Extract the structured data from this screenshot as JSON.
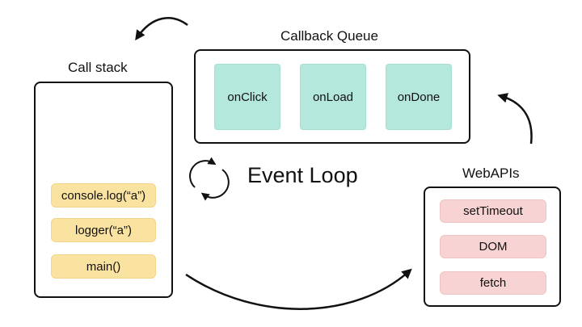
{
  "call_stack": {
    "title": "Call stack",
    "frames": [
      "console.log(“a”)",
      "logger(“a”)",
      "main()"
    ]
  },
  "callback_queue": {
    "title": "Callback Queue",
    "items": [
      "onClick",
      "onLoad",
      "onDone"
    ]
  },
  "web_apis": {
    "title": "WebAPIs",
    "items": [
      "setTimeout",
      "DOM",
      "fetch"
    ]
  },
  "event_loop": {
    "label": "Event Loop"
  },
  "colors": {
    "stack_frame": "#fae3a0",
    "queue_item": "#b5e8dc",
    "api_item": "#f7d3d4",
    "outline": "#111111"
  }
}
